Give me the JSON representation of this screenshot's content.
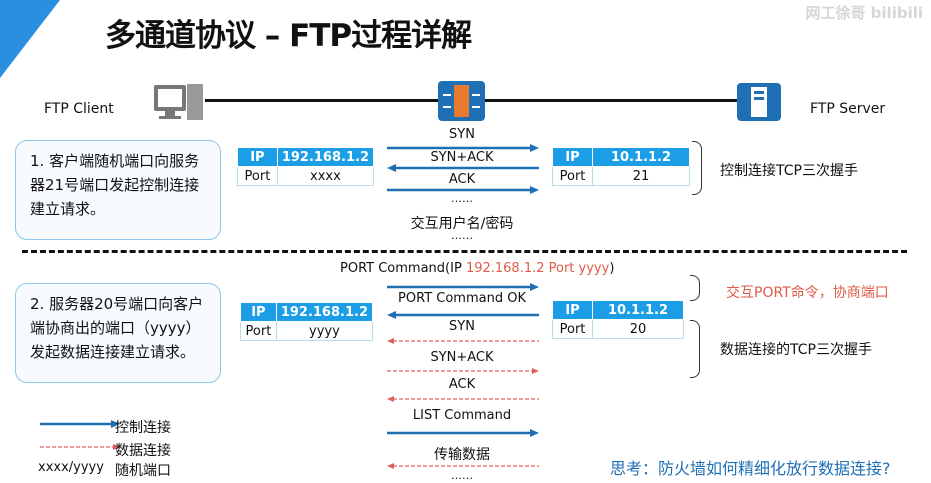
{
  "title": "多通道协议 – FTP过程详解",
  "watermark": "网工徐哥 bilibili",
  "topology": {
    "client": "FTP Client",
    "server": "FTP Server"
  },
  "section1": {
    "desc": "1. 客户端随机端口向服务器21号端口发起控制连接建立请求。",
    "client_table": {
      "ip_label": "IP",
      "ip": "192.168.1.2",
      "port_label": "Port",
      "port": "xxxx"
    },
    "server_table": {
      "ip_label": "IP",
      "ip": "10.1.1.2",
      "port_label": "Port",
      "port": "21"
    },
    "labels": {
      "syn": "SYN",
      "synack": "SYN+ACK",
      "ack": "ACK",
      "dots1": "……",
      "auth": "交互用户名/密码",
      "dots2": "……"
    },
    "note": "控制连接TCP三次握手"
  },
  "section2": {
    "desc": "2. 服务器20号端口向客户端协商出的端口（yyyy）发起数据连接建立请求。",
    "port_cmd_prefix": "PORT Command(IP ",
    "port_cmd_highlight": "192.168.1.2 Port yyyy",
    "port_cmd_suffix": ")",
    "client_table": {
      "ip_label": "IP",
      "ip": "192.168.1.2",
      "port_label": "Port",
      "port": "yyyy"
    },
    "server_table": {
      "ip_label": "IP",
      "ip": "10.1.1.2",
      "port_label": "Port",
      "port": "20"
    },
    "labels": {
      "port_ok": "PORT Command OK",
      "syn": "SYN",
      "synack": "SYN+ACK",
      "ack": "ACK",
      "list": "LIST Command",
      "transfer": "传输数据",
      "dots": "……"
    },
    "note_port": "交互PORT命令，协商端口",
    "note_tcp": "数据连接的TCP三次握手"
  },
  "legend": {
    "control": "控制连接",
    "data": "数据连接",
    "random_key": "xxxx/yyyy",
    "random": "随机端口"
  },
  "question": "思考：防火墙如何精细化放行数据连接?",
  "colors": {
    "control": "#1f6fb5",
    "data": "#e06060",
    "header": "#1c9ee6",
    "highlight": "#e05a4a"
  }
}
